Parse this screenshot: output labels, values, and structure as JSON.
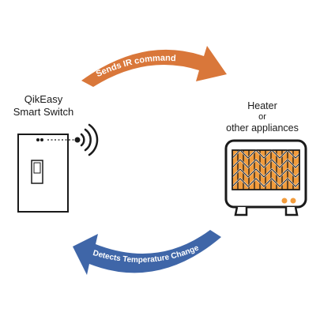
{
  "device": {
    "title_line1": "QikEasy",
    "title_line2": "Smart Switch",
    "icon": "smart-light-switch"
  },
  "appliance": {
    "title_line1": "Heater",
    "title_line2": "or",
    "title_line3": "other appliances",
    "icon": "space-heater"
  },
  "arrows": {
    "top_label": "Sends IR command",
    "bottom_label": "Detects Temperature Change"
  },
  "colors": {
    "top_arrow": "#d9773a",
    "bottom_arrow": "#3f66a8",
    "heater_grille": "#f29c3c",
    "heater_knobs": "#f29c3c",
    "outline": "#1a1a1a"
  }
}
